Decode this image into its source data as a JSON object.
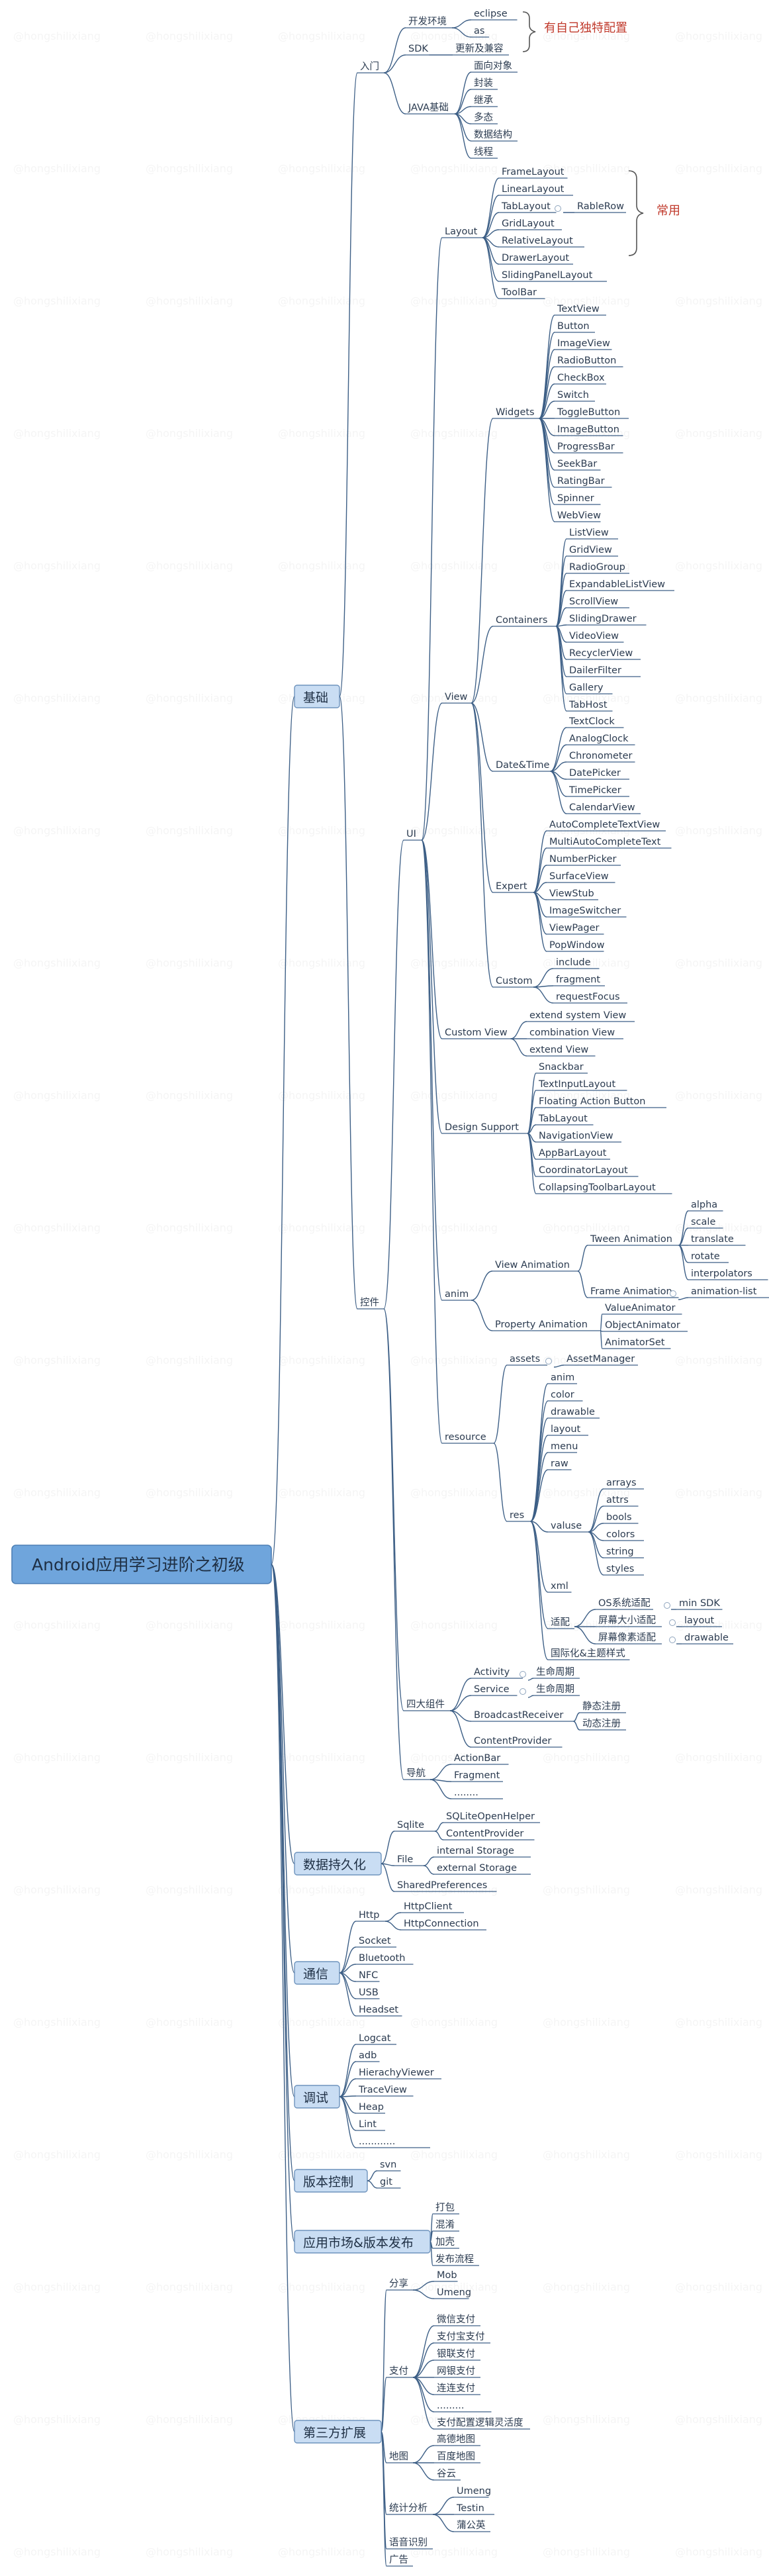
{
  "watermark": "@hongshilixiang",
  "colors": {
    "line": "#3d5f86",
    "root_fill": "#6fa5dc",
    "branch_fill": "#c9ddf3",
    "note_text": "#c0392b",
    "text": "#2b3b50"
  },
  "root": {
    "label": "Android应用学习进阶之初级",
    "children": [
      {
        "label": "基础",
        "children": [
          {
            "label": "入门",
            "children": [
              {
                "label": "开发环境",
                "children": [
                  {
                    "label": "eclipse"
                  },
                  {
                    "label": "as"
                  }
                ]
              },
              {
                "label": "SDK",
                "children": [
                  {
                    "label": "更新及兼容"
                  }
                ]
              },
              {
                "label": "JAVA基础",
                "children": [
                  {
                    "label": "面向对象"
                  },
                  {
                    "label": "封装"
                  },
                  {
                    "label": "继承"
                  },
                  {
                    "label": "多态"
                  },
                  {
                    "label": "数据结构"
                  },
                  {
                    "label": "线程"
                  }
                ]
              }
            ]
          },
          {
            "label": "控件",
            "children": [
              {
                "label": "UI",
                "children": [
                  {
                    "label": "Layout",
                    "children": [
                      {
                        "label": "FrameLayout"
                      },
                      {
                        "label": "LinearLayout"
                      },
                      {
                        "label": "TabLayout",
                        "children": [
                          {
                            "label": "RableRow"
                          }
                        ]
                      },
                      {
                        "label": "GridLayout"
                      },
                      {
                        "label": "RelativeLayout"
                      },
                      {
                        "label": "DrawerLayout"
                      },
                      {
                        "label": "SlidingPanelLayout"
                      },
                      {
                        "label": "ToolBar"
                      }
                    ]
                  },
                  {
                    "label": "View",
                    "children": [
                      {
                        "label": "Widgets",
                        "children": [
                          {
                            "label": "TextView"
                          },
                          {
                            "label": "Button"
                          },
                          {
                            "label": "ImageView"
                          },
                          {
                            "label": "RadioButton"
                          },
                          {
                            "label": "CheckBox"
                          },
                          {
                            "label": "Switch"
                          },
                          {
                            "label": "ToggleButton"
                          },
                          {
                            "label": "ImageButton"
                          },
                          {
                            "label": "ProgressBar"
                          },
                          {
                            "label": "SeekBar"
                          },
                          {
                            "label": "RatingBar"
                          },
                          {
                            "label": "Spinner"
                          },
                          {
                            "label": "WebView"
                          }
                        ]
                      },
                      {
                        "label": "Containers",
                        "children": [
                          {
                            "label": "ListView"
                          },
                          {
                            "label": "GridView"
                          },
                          {
                            "label": "RadioGroup"
                          },
                          {
                            "label": "ExpandableListView"
                          },
                          {
                            "label": "ScrollView"
                          },
                          {
                            "label": "SlidingDrawer"
                          },
                          {
                            "label": "VideoView"
                          },
                          {
                            "label": "RecyclerView"
                          },
                          {
                            "label": "DailerFilter"
                          },
                          {
                            "label": "Gallery"
                          },
                          {
                            "label": "TabHost"
                          }
                        ]
                      },
                      {
                        "label": "Date&Time",
                        "children": [
                          {
                            "label": "TextClock"
                          },
                          {
                            "label": "AnalogClock"
                          },
                          {
                            "label": "Chronometer"
                          },
                          {
                            "label": "DatePicker"
                          },
                          {
                            "label": "TimePicker"
                          },
                          {
                            "label": "CalendarView"
                          }
                        ]
                      },
                      {
                        "label": "Expert",
                        "children": [
                          {
                            "label": "AutoCompleteTextView"
                          },
                          {
                            "label": "MultiAutoCompleteText"
                          },
                          {
                            "label": "NumberPicker"
                          },
                          {
                            "label": "SurfaceView"
                          },
                          {
                            "label": "ViewStub"
                          },
                          {
                            "label": "ImageSwitcher"
                          },
                          {
                            "label": "ViewPager"
                          },
                          {
                            "label": "PopWindow"
                          }
                        ]
                      },
                      {
                        "label": "Custom",
                        "children": [
                          {
                            "label": "include"
                          },
                          {
                            "label": "fragment"
                          },
                          {
                            "label": "requestFocus"
                          }
                        ]
                      }
                    ]
                  },
                  {
                    "label": "Custom View",
                    "children": [
                      {
                        "label": "extend system View"
                      },
                      {
                        "label": "combination View"
                      },
                      {
                        "label": "extend View"
                      }
                    ]
                  },
                  {
                    "label": "Design Support",
                    "children": [
                      {
                        "label": "Snackbar"
                      },
                      {
                        "label": "TextInputLayout"
                      },
                      {
                        "label": "Floating Action Button"
                      },
                      {
                        "label": "TabLayout"
                      },
                      {
                        "label": "NavigationView"
                      },
                      {
                        "label": "AppBarLayout"
                      },
                      {
                        "label": "CoordinatorLayout"
                      },
                      {
                        "label": "CollapsingToolbarLayout"
                      }
                    ]
                  },
                  {
                    "label": "anim",
                    "children": [
                      {
                        "label": "View Animation",
                        "children": [
                          {
                            "label": "Tween Animation",
                            "children": [
                              {
                                "label": "alpha"
                              },
                              {
                                "label": "scale"
                              },
                              {
                                "label": "translate"
                              },
                              {
                                "label": "rotate"
                              },
                              {
                                "label": "interpolators"
                              }
                            ]
                          },
                          {
                            "label": "Frame Animation",
                            "children": [
                              {
                                "label": "animation-list"
                              }
                            ]
                          }
                        ]
                      },
                      {
                        "label": "Property Animation",
                        "children": [
                          {
                            "label": "ValueAnimator"
                          },
                          {
                            "label": "ObjectAnimator"
                          },
                          {
                            "label": "AnimatorSet"
                          }
                        ]
                      }
                    ]
                  },
                  {
                    "label": "resource",
                    "children": [
                      {
                        "label": "assets",
                        "children": [
                          {
                            "label": "AssetManager"
                          }
                        ]
                      },
                      {
                        "label": "res",
                        "children": [
                          {
                            "label": "anim"
                          },
                          {
                            "label": "color"
                          },
                          {
                            "label": "drawable"
                          },
                          {
                            "label": "layout"
                          },
                          {
                            "label": "menu"
                          },
                          {
                            "label": "raw"
                          },
                          {
                            "label": "valuse",
                            "children": [
                              {
                                "label": "arrays"
                              },
                              {
                                "label": "attrs"
                              },
                              {
                                "label": "bools"
                              },
                              {
                                "label": "colors"
                              },
                              {
                                "label": "string"
                              },
                              {
                                "label": "styles"
                              }
                            ]
                          },
                          {
                            "label": "xml"
                          },
                          {
                            "label": "适配",
                            "children": [
                              {
                                "label": "OS系统适配",
                                "children": [
                                  {
                                    "label": "min SDK"
                                  }
                                ]
                              },
                              {
                                "label": "屏幕大小适配",
                                "children": [
                                  {
                                    "label": "layout"
                                  }
                                ]
                              },
                              {
                                "label": "屏幕像素适配",
                                "children": [
                                  {
                                    "label": "drawable"
                                  }
                                ]
                              }
                            ]
                          },
                          {
                            "label": "国际化&主题样式"
                          }
                        ]
                      }
                    ]
                  }
                ]
              },
              {
                "label": "四大组件",
                "children": [
                  {
                    "label": "Activity",
                    "children": [
                      {
                        "label": "生命周期"
                      }
                    ]
                  },
                  {
                    "label": "Service",
                    "children": [
                      {
                        "label": "生命周期"
                      }
                    ]
                  },
                  {
                    "label": "BroadcastReceiver",
                    "children": [
                      {
                        "label": "静态注册"
                      },
                      {
                        "label": "动态注册"
                      }
                    ]
                  },
                  {
                    "label": "ContentProvider"
                  }
                ]
              },
              {
                "label": "导航",
                "children": [
                  {
                    "label": "ActionBar"
                  },
                  {
                    "label": "Fragment"
                  },
                  {
                    "label": "........"
                  }
                ]
              }
            ]
          }
        ]
      },
      {
        "label": "数据持久化",
        "children": [
          {
            "label": "Sqlite",
            "children": [
              {
                "label": "SQLiteOpenHelper"
              },
              {
                "label": "ContentProvider"
              }
            ]
          },
          {
            "label": "File",
            "children": [
              {
                "label": "internal Storage"
              },
              {
                "label": "external Storage"
              }
            ]
          },
          {
            "label": "SharedPreferences"
          }
        ]
      },
      {
        "label": "通信",
        "children": [
          {
            "label": "Http",
            "children": [
              {
                "label": "HttpClient"
              },
              {
                "label": "HttpConnection"
              }
            ]
          },
          {
            "label": "Socket"
          },
          {
            "label": "Bluetooth"
          },
          {
            "label": "NFC"
          },
          {
            "label": "USB"
          },
          {
            "label": "Headset"
          }
        ]
      },
      {
        "label": "调试",
        "children": [
          {
            "label": "Logcat"
          },
          {
            "label": "adb"
          },
          {
            "label": "HierachyViewer"
          },
          {
            "label": "TraceView"
          },
          {
            "label": "Heap"
          },
          {
            "label": "Lint"
          },
          {
            "label": "............"
          }
        ]
      },
      {
        "label": "版本控制",
        "children": [
          {
            "label": "svn"
          },
          {
            "label": "git"
          }
        ]
      },
      {
        "label": "应用市场&版本发布",
        "children": [
          {
            "label": "打包"
          },
          {
            "label": "混淆"
          },
          {
            "label": "加壳"
          },
          {
            "label": "发布流程"
          }
        ]
      },
      {
        "label": "第三方扩展",
        "children": [
          {
            "label": "分享",
            "children": [
              {
                "label": "Mob"
              },
              {
                "label": "Umeng"
              }
            ]
          },
          {
            "label": "支付",
            "children": [
              {
                "label": "微信支付"
              },
              {
                "label": "支付宝支付"
              },
              {
                "label": "银联支付"
              },
              {
                "label": "网银支付"
              },
              {
                "label": "连连支付"
              },
              {
                "label": "........."
              },
              {
                "label": "支付配置逻辑灵活度"
              }
            ]
          },
          {
            "label": "地图",
            "children": [
              {
                "label": "高德地图"
              },
              {
                "label": "百度地图"
              },
              {
                "label": "谷云"
              }
            ]
          },
          {
            "label": "统计分析",
            "children": [
              {
                "label": "Umeng"
              },
              {
                "label": "Testin"
              },
              {
                "label": "蒲公英"
              }
            ]
          },
          {
            "label": "语音识别"
          },
          {
            "label": "广告"
          }
        ]
      }
    ]
  },
  "notes": [
    "有自己独特配置",
    "常用"
  ]
}
